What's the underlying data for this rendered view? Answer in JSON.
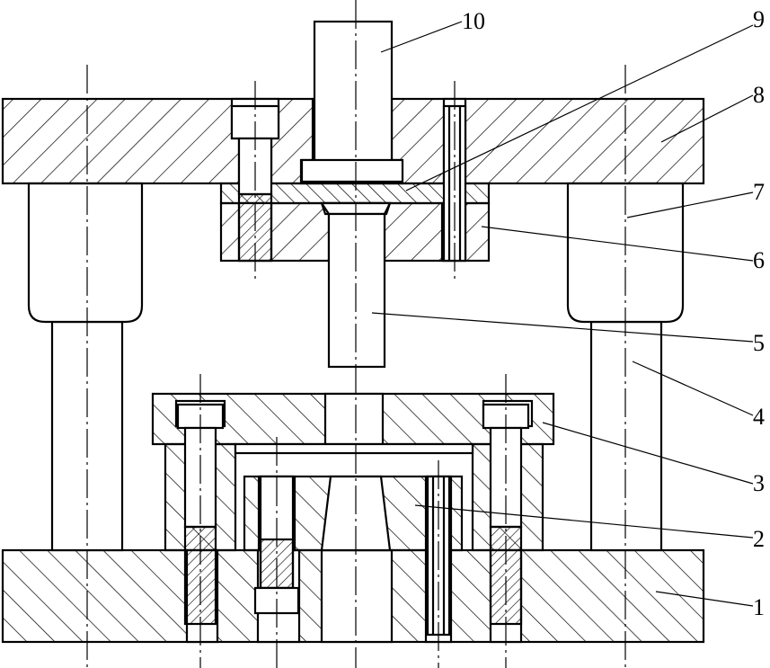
{
  "diagram": {
    "labels": {
      "p1": "1",
      "p2": "2",
      "p3": "3",
      "p4": "4",
      "p5": "5",
      "p6": "6",
      "p7": "7",
      "p8": "8",
      "p9": "9",
      "p10": "10"
    },
    "colors": {
      "stroke": "#000000",
      "background": "#ffffff"
    }
  }
}
